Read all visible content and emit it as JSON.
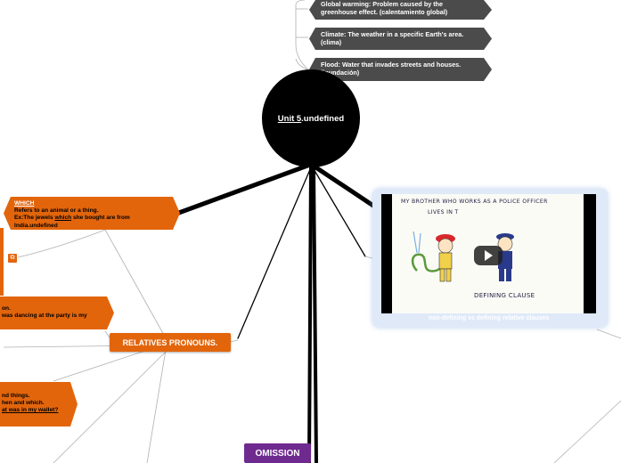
{
  "center": {
    "title_link": "Unit 5",
    "title_suffix": ".undefined"
  },
  "vocabulary": [
    {
      "text": "Global warming: Problem caused by the greenhouse effect. (calentamiento global)"
    },
    {
      "text": "Climate: The weather in a specific Earth's area. (clima)"
    },
    {
      "text": "Flood: Water that invades streets and houses. (inundación)"
    }
  ],
  "which_node": {
    "heading": "WHICH",
    "line1": "Refers to an animal or a thing.",
    "line2_pre": "Ex:The jewels ",
    "line2_key": "which",
    "line2_post": " she bought are from",
    "line3": "India.undefined"
  },
  "who_node": {
    "line1": "on.",
    "line2": "was dancing at the party is my"
  },
  "things_node": {
    "line1": "nd things.",
    "line2": "hen and which.",
    "line3": "at was in my wallet?"
  },
  "relatives": {
    "label": "RELATIVES PRONOUNS."
  },
  "omission": {
    "label": "OMISSION"
  },
  "attachment_icon": "attachment-icon",
  "video": {
    "caption": "non-defining vs defining relative clauses",
    "handwriting_top": "MY BROTHER WHO WORKS AS A POLICE OFFICER",
    "handwriting_top2": "LIVES IN T",
    "handwriting_bottom": "DEFINING CLAUSE"
  },
  "colors": {
    "orange": "#e2650c",
    "dark": "#4b4b4b",
    "purple": "#6f2a8f",
    "center": "#000000"
  }
}
